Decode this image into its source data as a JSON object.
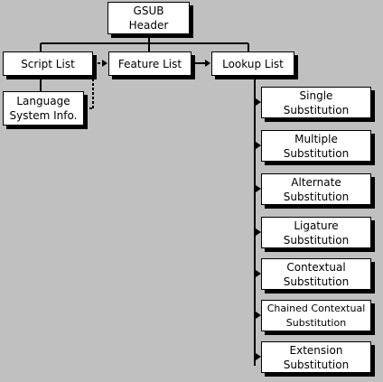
{
  "boxes": {
    "gsub_header": [
      "GSUB",
      "Header"
    ],
    "script_list": [
      "Script List"
    ],
    "language_system": [
      "Language",
      "System Info."
    ],
    "feature_list": [
      "Feature List"
    ],
    "lookup_list": [
      "Lookup List"
    ],
    "lookup_types": [
      [
        "Single",
        "Substitution"
      ],
      [
        "Multiple",
        "Substitution"
      ],
      [
        "Alternate",
        "Substitution"
      ],
      [
        "Ligature",
        "Substitution"
      ],
      [
        "Contextual",
        "Substitution"
      ],
      [
        "Chained Contextual",
        "Substitution"
      ],
      [
        "Extension",
        "Substitution"
      ]
    ]
  }
}
